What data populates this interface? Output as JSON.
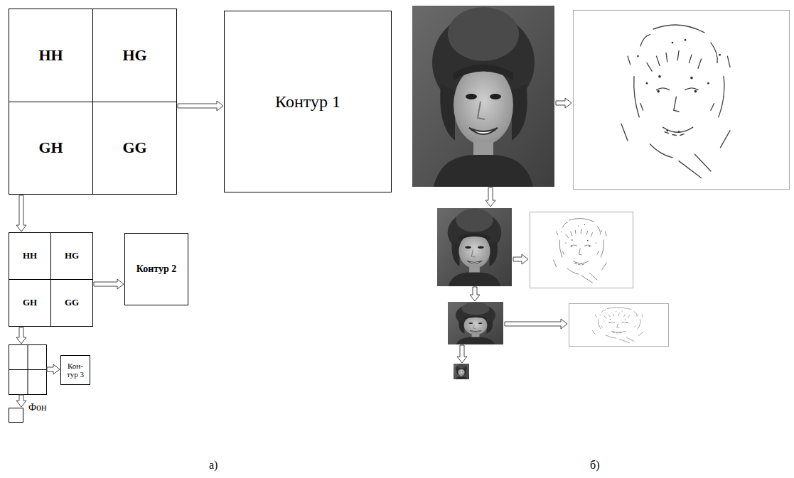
{
  "diagram": {
    "nodes": [
      {
        "text": [
          "HH"
        ]
      },
      {
        "text": [
          "HG"
        ]
      },
      {
        "text": [
          "GH"
        ]
      },
      {
        "text": [
          "GG"
        ]
      },
      {
        "text": [
          "Контур 1"
        ]
      },
      {
        "text": [
          "HH"
        ]
      },
      {
        "text": [
          "HG"
        ]
      },
      {
        "text": [
          "GH"
        ]
      },
      {
        "text": [
          "GG"
        ]
      },
      {
        "text": [
          "Контур 2"
        ]
      },
      {
        "text": [
          "Кон-тур 3"
        ]
      },
      {
        "text": [
          "Фон"
        ]
      }
    ],
    "edges": [
      {
        "from": 3,
        "to": 4,
        "arrow": "to"
      },
      {
        "from": 2,
        "to": 5,
        "arrow": "to"
      },
      {
        "from": 8,
        "to": 9,
        "arrow": "to"
      }
    ],
    "labels": [
      "а)",
      "б)"
    ]
  }
}
